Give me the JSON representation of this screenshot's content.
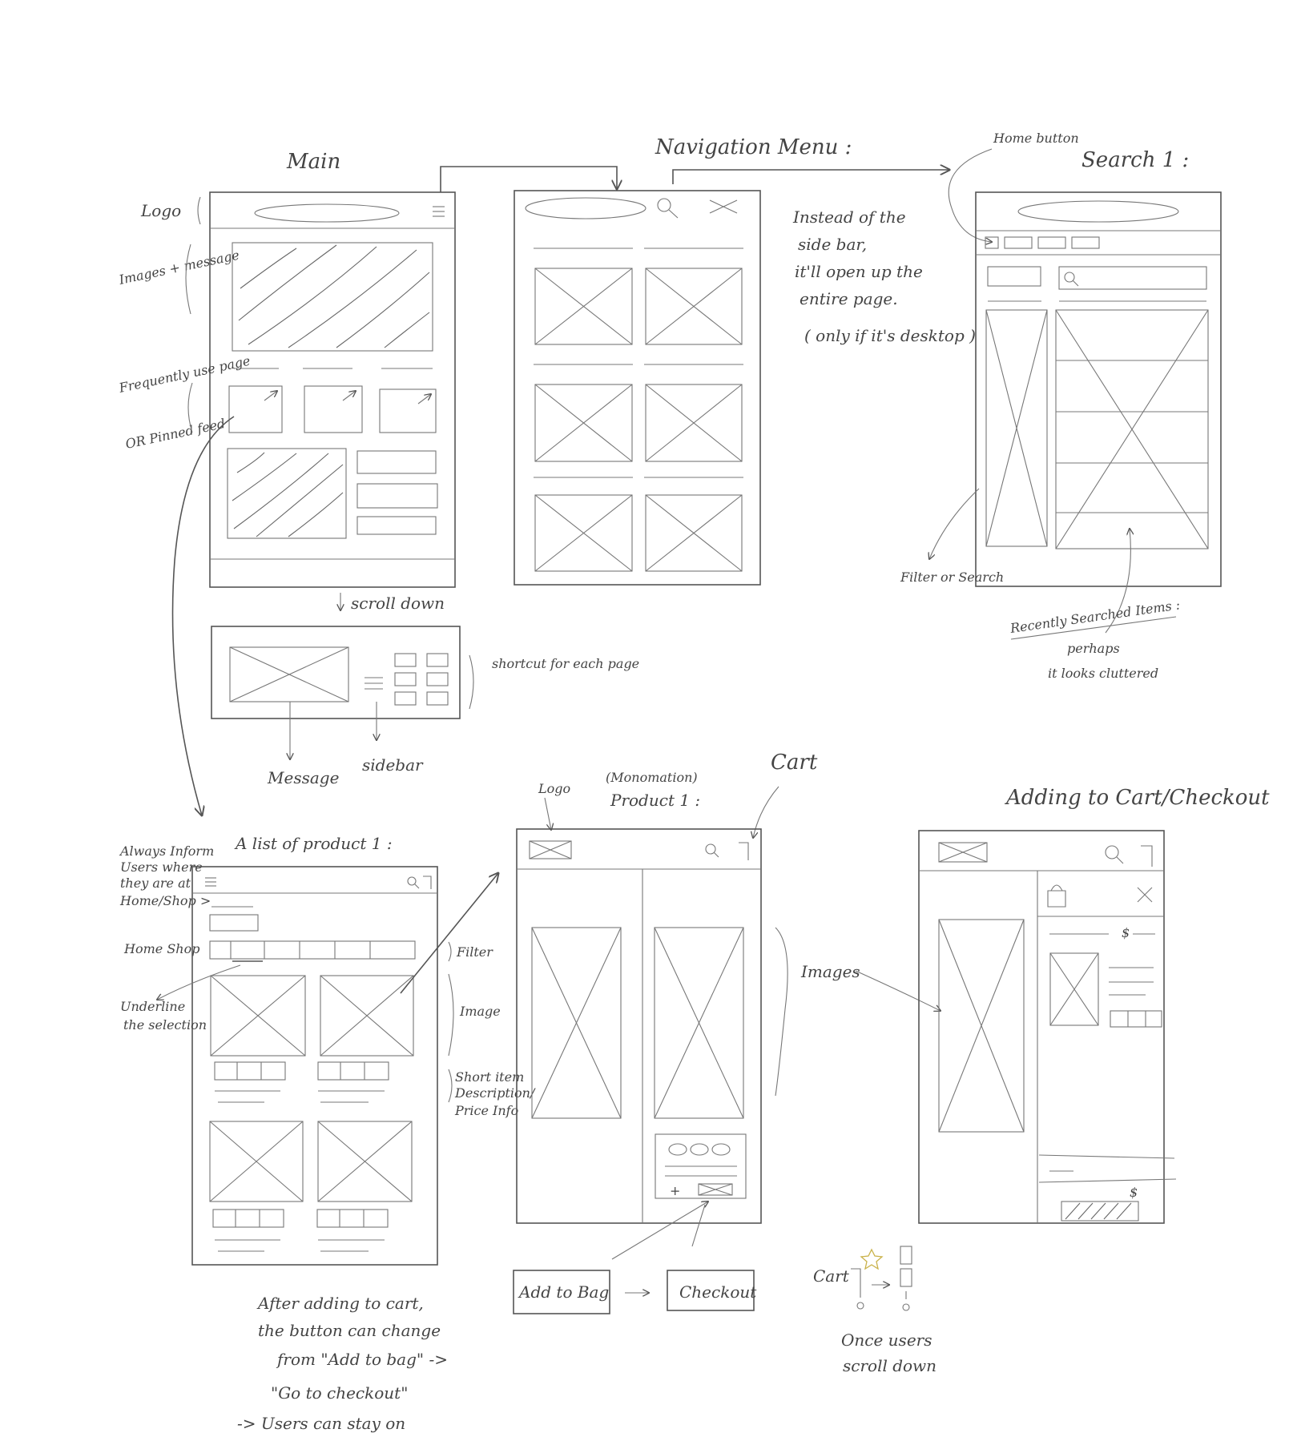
{
  "sketches": {
    "main": {
      "title": "Main",
      "labels": {
        "logo": "Logo",
        "images_message": "Images + message",
        "frequently_used_pages": "Frequently use page",
        "or_pinned": "OR Pinned feed",
        "scroll_down": "scroll down",
        "shortcut": "shortcut for each page",
        "message": "Message",
        "sidebar": "sidebar"
      }
    },
    "navigation_menu": {
      "title": "Navigation Menu :",
      "note": [
        "Instead of the",
        "side bar,",
        "it'll open up the",
        "entire page.",
        "( only if it's desktop )"
      ]
    },
    "search": {
      "title": "Search 1 :",
      "home_button_label": "Home button",
      "filter_label": "Filter or Search",
      "recently_searched": "Recently Searched Items :",
      "note": [
        "perhaps",
        "it looks cluttered"
      ]
    },
    "product_list": {
      "title": "A list of product 1 :",
      "always_inform": [
        "Always Inform",
        "Users where",
        "they are at",
        "Home/Shop >",
        "Home Shop"
      ],
      "underline": [
        "Underline",
        "the selection"
      ],
      "filter": "Filter",
      "image": "Image",
      "short_info": [
        "Short item",
        "Description/",
        "Price Info"
      ],
      "after_adding": [
        "After adding to cart,",
        "the button can change",
        "from \"Add to bag\" ->",
        "\"Go to checkout\"",
        "-> Users can stay on"
      ]
    },
    "product_page": {
      "logo_label": "Logo",
      "title_prefix": "(Monomation)",
      "title": "Product 1 :",
      "cart_label": "Cart",
      "images_label": "Images",
      "add_to_bag": "Add to Bag",
      "checkout": "Checkout"
    },
    "cart_checkout": {
      "title": "Adding to Cart/Checkout",
      "cart_label": "Cart",
      "note": [
        "Once users",
        "scroll down"
      ]
    }
  }
}
